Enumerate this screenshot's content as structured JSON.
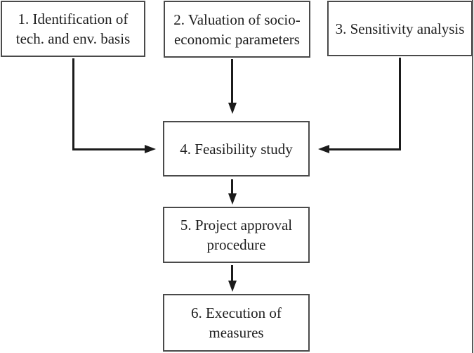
{
  "style": {
    "background": "#ffffff",
    "box_border_color": "#4a4a4a",
    "text_color": "#1e1e1e",
    "arrow_color": "#1b1b1b",
    "right_rule_color": "#5a5a5a"
  },
  "boxes": [
    {
      "id": "1",
      "lines": [
        "1. Identification of",
        "tech. and env. basis"
      ]
    },
    {
      "id": "2",
      "lines": [
        "2. Valuation of socio-",
        "economic parameters"
      ]
    },
    {
      "id": "3",
      "lines": [
        "3. Sensitivity analysis"
      ]
    },
    {
      "id": "4",
      "lines": [
        "4. Feasibility study"
      ]
    },
    {
      "id": "5",
      "lines": [
        "5. Project approval",
        "procedure"
      ]
    },
    {
      "id": "6",
      "lines": [
        "6. Execution of",
        "measures"
      ]
    }
  ],
  "edges": [
    {
      "from": "1",
      "to": "4"
    },
    {
      "from": "2",
      "to": "4"
    },
    {
      "from": "3",
      "to": "4"
    },
    {
      "from": "4",
      "to": "5"
    },
    {
      "from": "5",
      "to": "6"
    }
  ]
}
